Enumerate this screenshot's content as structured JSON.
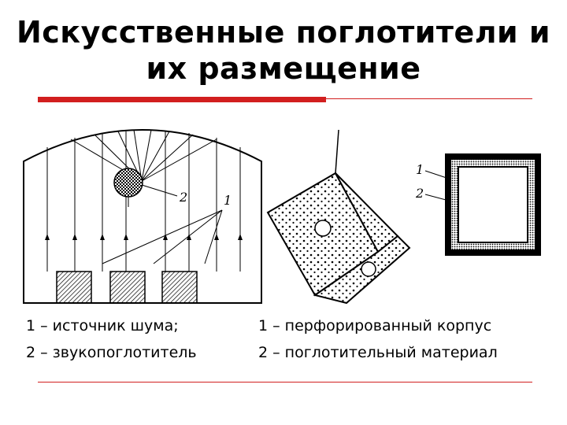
{
  "slide": {
    "title_line1": "Искусственные поглотители и",
    "title_line2": "их размещение",
    "accent_color": "#d21f1f"
  },
  "left_figure": {
    "label_source": "2",
    "label_absorber": "1",
    "captions": [
      "1 – источник шума;",
      "2 – звукопоглотитель"
    ]
  },
  "right_figure": {
    "label_casing": "1",
    "label_material": "2",
    "captions": [
      "1 – перфорированный корпус",
      "2 – поглотительный материал"
    ]
  }
}
